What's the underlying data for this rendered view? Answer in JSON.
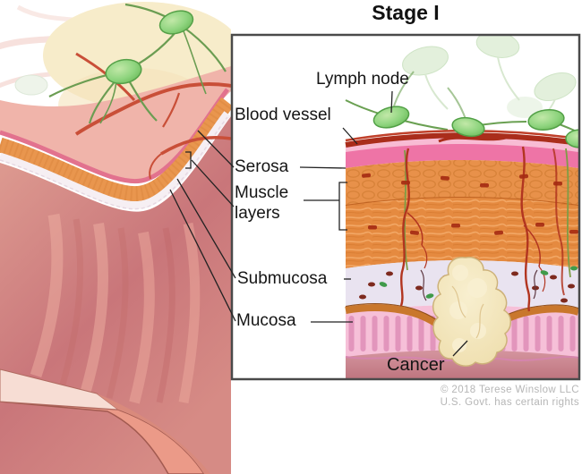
{
  "figure": {
    "title": "Stage I",
    "labels": {
      "lymph_node": "Lymph node",
      "blood_vessel": "Blood vessel",
      "serosa": "Serosa",
      "muscle_line1": "Muscle",
      "muscle_line2": "layers",
      "submucosa": "Submucosa",
      "mucosa": "Mucosa",
      "cancer": "Cancer"
    },
    "credit": {
      "line1": "© 2018 Terese Winslow LLC",
      "line2": "U.S. Govt. has certain rights"
    },
    "colors": {
      "serosa_pink": "#ee74a6",
      "muscle_orange": "#e8914a",
      "submucosa_lavender": "#e9e3f0",
      "mucosa_pink": "#f6c0d8",
      "cancer_cream": "#f3e5bc",
      "lymph_node_green": "#8ed47e",
      "blood_vessel_red": "#aa2d1b",
      "label_text": "#151515",
      "credit_gray": "#b6b6b6"
    }
  }
}
